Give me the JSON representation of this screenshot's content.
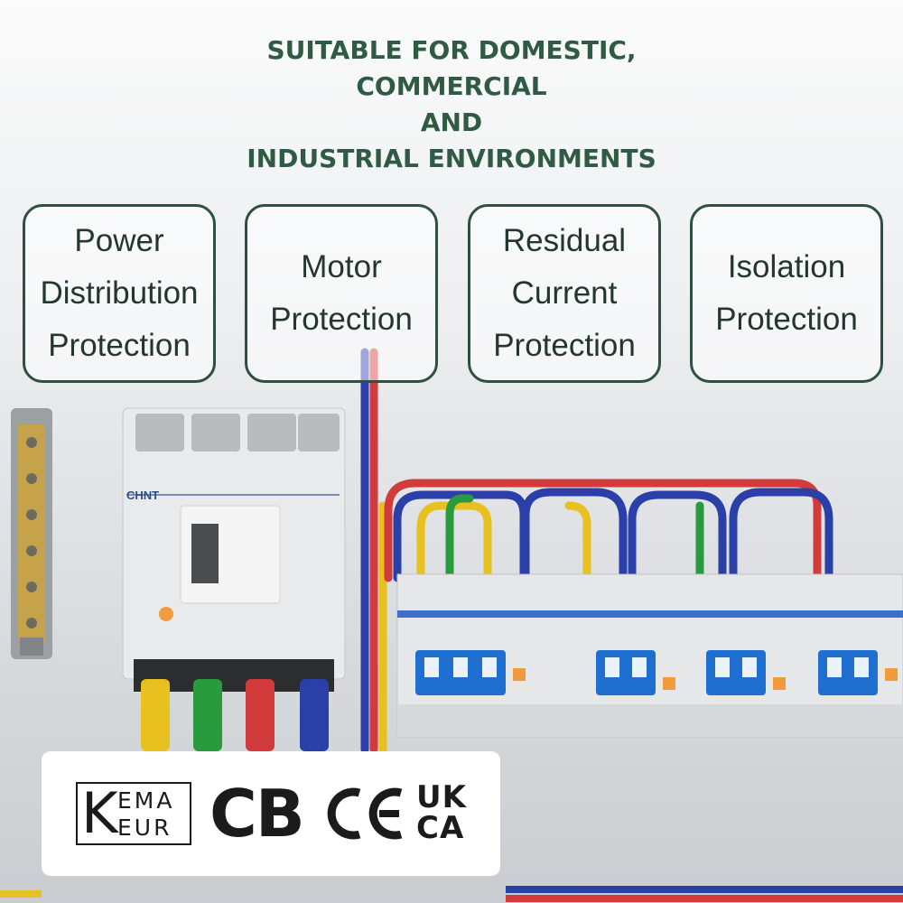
{
  "headline": {
    "lines": [
      "SUITABLE FOR DOMESTIC,",
      "COMMERCIAL",
      "AND",
      "INDUSTRIAL ENVIRONMENTS"
    ]
  },
  "features": [
    {
      "lines": [
        "Power",
        "Distribution",
        "Protection"
      ]
    },
    {
      "lines": [
        "Motor",
        "Protection"
      ]
    },
    {
      "lines": [
        "Residual",
        "Current",
        "Protection"
      ]
    },
    {
      "lines": [
        "Isolation",
        "Protection"
      ]
    }
  ],
  "breaker": {
    "brand": "CHNT"
  },
  "certifications": {
    "kema_k": "K",
    "kema_row1": "EMA",
    "kema_row2": "EUR",
    "cb": "CB",
    "ukca_row1": "UK",
    "ukca_row2": "CA"
  },
  "colors": {
    "headline": "#2f5a44",
    "card_border": "#2f4f43",
    "breaker_blue": "#1f6fd1",
    "wire_red": "#d23b3b",
    "wire_yellow": "#e8c020",
    "wire_green": "#2a9a3e",
    "wire_blue": "#2a3fa8"
  }
}
